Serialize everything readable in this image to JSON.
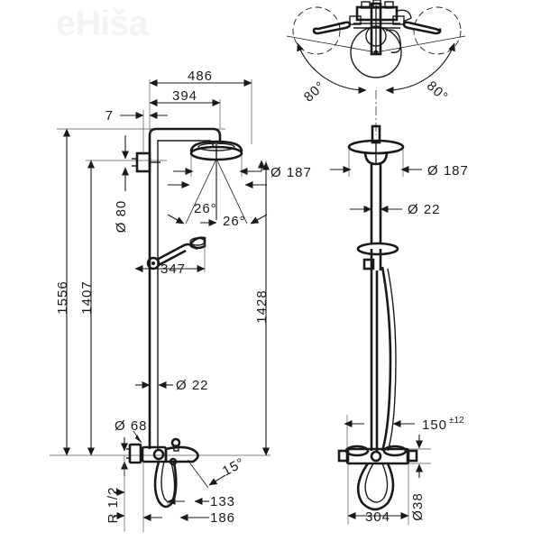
{
  "drawing": {
    "title": "Shower column technical dimension drawing",
    "watermark": "eHiša",
    "units": "mm",
    "line_color": "#1a1a1a",
    "background_color": "#ffffff",
    "views": [
      {
        "name": "side-view",
        "position": "left"
      },
      {
        "name": "front-view",
        "position": "right"
      },
      {
        "name": "top-plan-view",
        "position": "top-right"
      }
    ]
  },
  "dimensions": {
    "side_view": {
      "horizontal_top": [
        {
          "label": "486",
          "name": "dim-486"
        },
        {
          "label": "394",
          "name": "dim-394"
        },
        {
          "label": "7",
          "name": "dim-7"
        }
      ],
      "vertical_left": [
        {
          "label": "1556",
          "name": "dim-1556"
        },
        {
          "label": "1407",
          "name": "dim-1407"
        }
      ],
      "vertical_right": [
        {
          "label": "1428",
          "name": "dim-1428"
        }
      ],
      "diameters": [
        {
          "label": "Ø 80",
          "name": "dim-dia-80"
        },
        {
          "label": "Ø 187",
          "name": "dim-dia-187-side"
        },
        {
          "label": "Ø 22",
          "name": "dim-dia-22-side"
        },
        {
          "label": "Ø 68",
          "name": "dim-dia-68"
        }
      ],
      "angles": [
        {
          "label": "26°",
          "name": "dim-angle-26-left"
        },
        {
          "label": "26°",
          "name": "dim-angle-26-right"
        },
        {
          "label": "15°",
          "name": "dim-angle-15"
        }
      ],
      "bottom": [
        {
          "label": "347",
          "name": "dim-347"
        },
        {
          "label": "133",
          "name": "dim-133"
        },
        {
          "label": "186",
          "name": "dim-186"
        },
        {
          "label": "R 1/2",
          "name": "dim-thread-r-half"
        }
      ]
    },
    "front_view": {
      "angles": [
        {
          "label": "80°",
          "name": "dim-angle-80-left"
        },
        {
          "label": "80°",
          "name": "dim-angle-80-right"
        }
      ],
      "diameters": [
        {
          "label": "Ø 187",
          "name": "dim-dia-187-front"
        },
        {
          "label": "Ø 22",
          "name": "dim-dia-22-front"
        },
        {
          "label": "Ø38",
          "name": "dim-dia-38"
        }
      ],
      "linear": [
        {
          "label": "150",
          "superscript": "±12",
          "name": "dim-150-tol"
        },
        {
          "label": "304",
          "name": "dim-304"
        }
      ]
    }
  }
}
